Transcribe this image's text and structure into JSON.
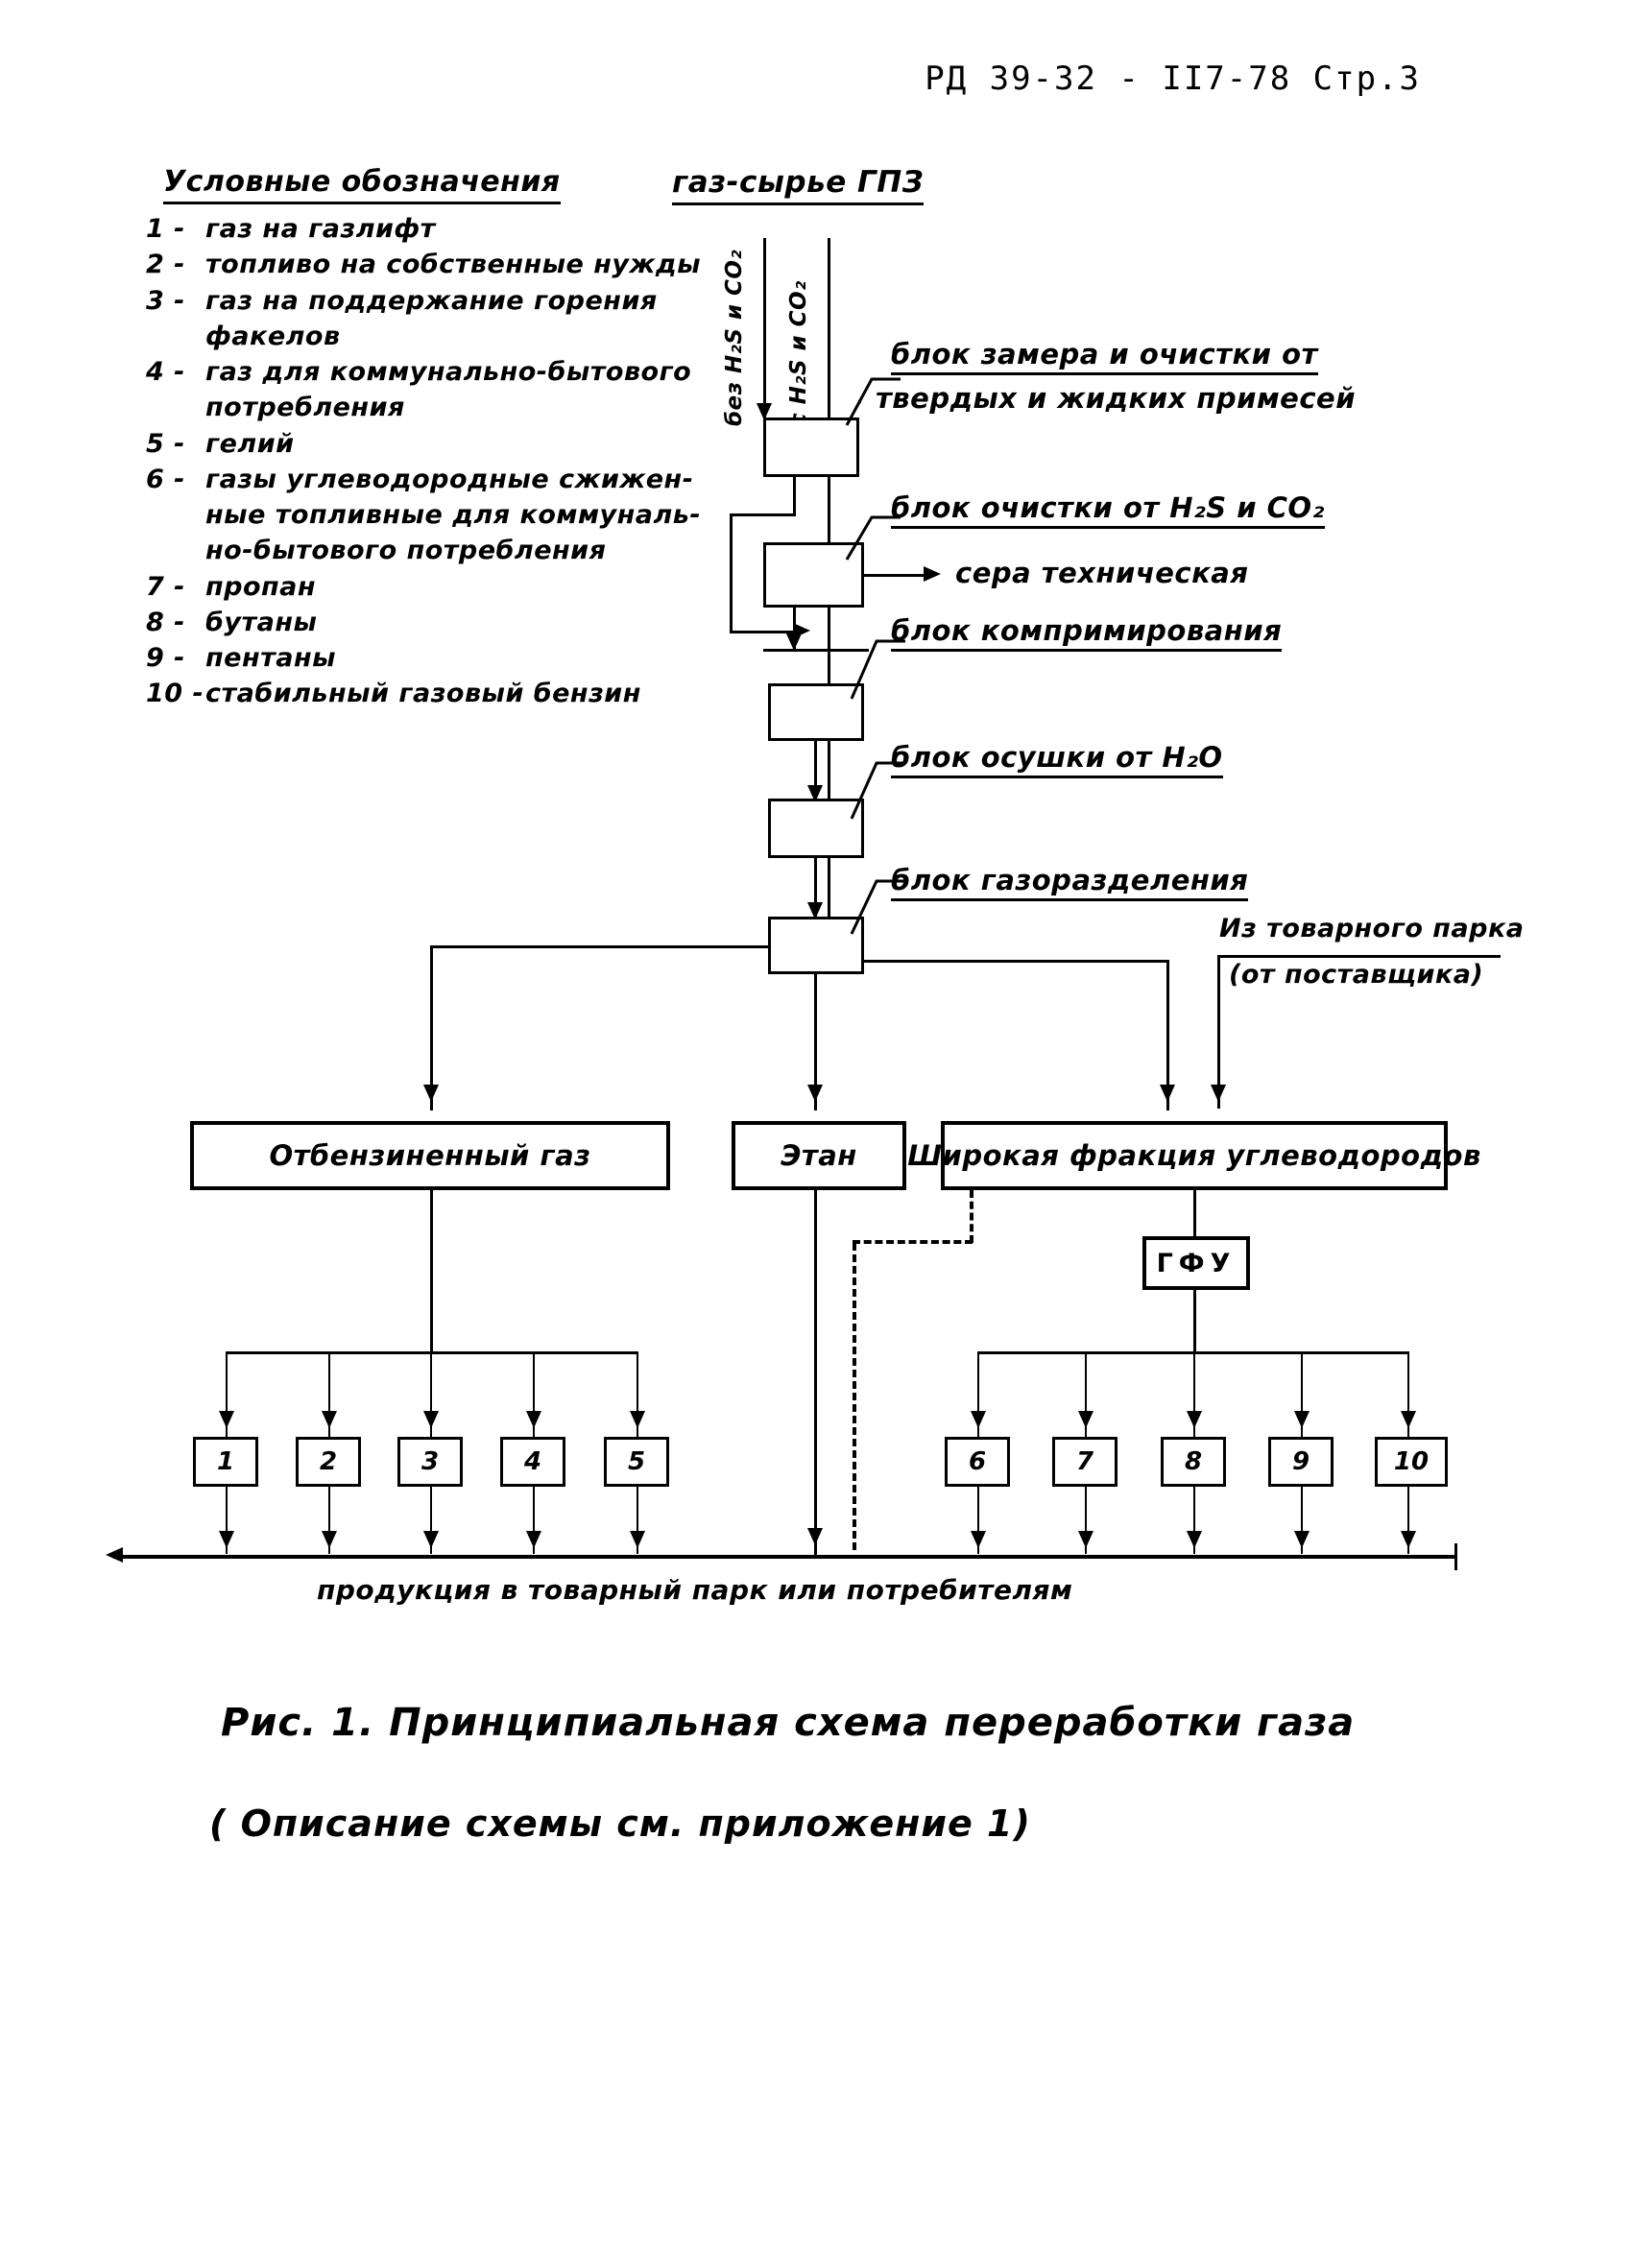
{
  "document": {
    "header": "РД 39-32 - II7-78 Стр.3"
  },
  "legend": {
    "title": "Условные обозначения",
    "items": [
      {
        "num": "1 -",
        "text": "газ на газлифт",
        "cont": ""
      },
      {
        "num": "2 -",
        "text": "топливо на собственные нужды",
        "cont": ""
      },
      {
        "num": "3 -",
        "text": "газ на поддержание горения",
        "cont": "факелов"
      },
      {
        "num": "4 -",
        "text": "газ для коммунально-бытового",
        "cont": "потребления"
      },
      {
        "num": "5 -",
        "text": "гелий",
        "cont": ""
      },
      {
        "num": "6 -",
        "text": "газы углеводородные сжижен-",
        "cont": "ные топливные для коммуналь-"
      },
      {
        "num": "",
        "text": "",
        "cont": "но-бытового потребления"
      },
      {
        "num": "7 -",
        "text": "пропан",
        "cont": ""
      },
      {
        "num": "8 -",
        "text": "бутаны",
        "cont": ""
      },
      {
        "num": "9 -",
        "text": "пентаны",
        "cont": ""
      },
      {
        "num": "10 -",
        "text": "стабильный газовый бензин",
        "cont": ""
      }
    ]
  },
  "feed": {
    "title": "газ-сырье ГПЗ",
    "stream_left": "без H₂S и CO₂",
    "stream_right": "с H₂S и CO₂"
  },
  "units": [
    {
      "label_line1": "блок замера и очистки от",
      "label_line2": "твердых и жидких примесей"
    },
    {
      "label_line1": "блок очистки от H₂S и CO₂",
      "label_line2": ""
    },
    {
      "label_line1": "блок компримирования",
      "label_line2": ""
    },
    {
      "label_line1": "блок осушки от H₂O",
      "label_line2": ""
    },
    {
      "label_line1": "блок газоразделения",
      "label_line2": ""
    }
  ],
  "side_outputs": {
    "sulfur": "сера техническая"
  },
  "external_feed": {
    "line1": "Из товарного парка",
    "line2": "(от поставщика)"
  },
  "products": [
    {
      "label": "Отбензиненный газ"
    },
    {
      "label": "Этан"
    },
    {
      "label": "Широкая фракция углеводородов"
    }
  ],
  "gfu": {
    "label": "ГФУ"
  },
  "numbered_outputs": {
    "left": [
      "1",
      "2",
      "3",
      "4",
      "5"
    ],
    "right": [
      "6",
      "7",
      "8",
      "9",
      "10"
    ]
  },
  "bottom_bus": {
    "caption": "продукция в товарный парк или потребителям"
  },
  "figure_caption": {
    "line1": "Рис. 1. Принципиальная   схема  переработки газа",
    "line2": "( Описание  схемы  см. приложение 1)"
  },
  "colors": {
    "ink": "#000000",
    "paper": "#ffffff"
  }
}
